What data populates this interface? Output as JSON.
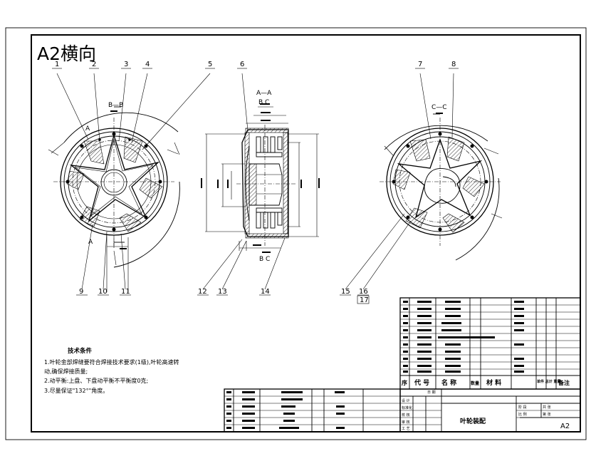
{
  "sheet": {
    "format_label": "A2横向",
    "drawing_name": "叶轮装配",
    "paper_size": "A2"
  },
  "balloons": [
    "1",
    "2",
    "3",
    "4",
    "5",
    "6",
    "7",
    "8",
    "9",
    "10",
    "11",
    "12",
    "13",
    "14",
    "15",
    "16",
    "17"
  ],
  "section_labels": {
    "bb": "B—B",
    "aa": "A—A",
    "cc": "C—C",
    "bc_top": "B C",
    "bc_bottom": "B C",
    "a_top": "A",
    "a_bottom": "A"
  },
  "tech_requirements": {
    "title": "技术条件",
    "items": [
      "1.叶轮金部焊缝要符合焊接技术要求(1级),叶轮高速转",
      "动,确保焊接质量;",
      "2.动平衡:上盘、下盘动平衡不平衡度0克;",
      "3.尽量保证\"132°\"角度。"
    ]
  },
  "parts_header": {
    "no": "序",
    "code": "代   号",
    "name": "名   称",
    "qty": "数量",
    "material": "材   料",
    "weight": "单件 总计 重量",
    "remark": "备注"
  },
  "title_block": {
    "labels": [
      "设 计",
      "标准化",
      "校 核",
      "审 核",
      "工 艺",
      "日 期"
    ],
    "right_labels": [
      "阶 段",
      "共 张",
      "第 张",
      "比 例"
    ]
  },
  "colors": {
    "ink": "#000000",
    "paper": "#ffffff"
  }
}
